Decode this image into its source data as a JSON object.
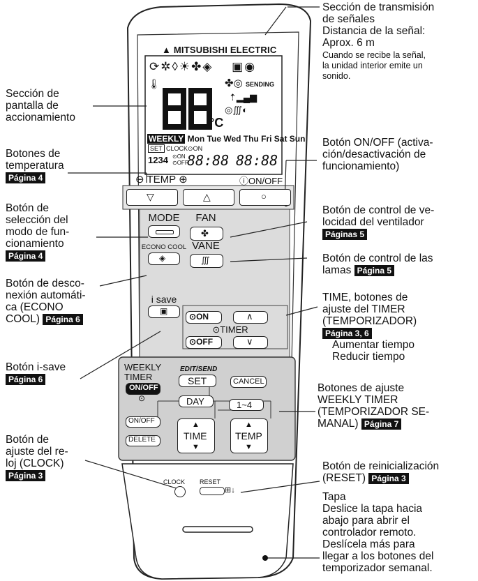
{
  "remote": {
    "brand": "MITSUBISHI ELECTRIC",
    "lcd_temp": "88",
    "lcd_unit": "°C",
    "sending": "SENDING",
    "weekly_tag": "WEEKLY",
    "days": "Mon Tue Wed Thu Fri Sat Sun",
    "set_tag": "SET",
    "clock_on": "CLOCK",
    "on_small": "ON",
    "off_small": "OFF",
    "digits_1234": "1234",
    "time_digits_1": "88:88",
    "time_digits_2": "88:88",
    "temp_label": "TEMP",
    "onoff_label": "ON/OFF",
    "mode_label": "MODE",
    "fan_label": "FAN",
    "econo_label": "ECONO COOL",
    "vane_label": "VANE",
    "isave_label": "i save",
    "on_btn": "ON",
    "off_btn": "OFF",
    "timer_label": "TIMER",
    "weekly_label_1": "WEEKLY",
    "weekly_label_2": "TIMER",
    "weekly_onoff": "ON/OFF",
    "edit_send": "EDIT/SEND",
    "set_btn": "SET",
    "cancel_btn": "CANCEL",
    "day_btn": "DAY",
    "range_btn": "1~4",
    "onoff_small_btn": "ON/OFF",
    "delete_btn": "DELETE",
    "time_btn": "TIME",
    "temp_btn": "TEMP",
    "clock_btn": "CLOCK",
    "reset_btn": "RESET"
  },
  "labels": {
    "signal_1": "Sección de transmisión",
    "signal_2": "de señales",
    "distance_1": "Distancia de la señal:",
    "distance_2": "Aprox. 6 m",
    "beep_1": "Cuando se recibe la señal,",
    "beep_2": "la unidad interior emite un",
    "beep_3": "sonido.",
    "display_1": "Sección de",
    "display_2": "pantalla de",
    "display_3": "accionamiento",
    "temp_btns_1": "Botones de",
    "temp_btns_2": "temperatura",
    "temp_btns_pg": "Página 4",
    "onoff_1": "Botón ON/OFF (activa-",
    "onoff_2": "ción/desactivación de",
    "onoff_3": "funcionamiento)",
    "mode_1": "Botón de",
    "mode_2": "selección del",
    "mode_3": "modo de fun-",
    "mode_4": "cionamiento",
    "mode_pg": "Página 4",
    "fan_1": "Botón de control de ve-",
    "fan_2": "locidad del ventilador",
    "fan_pg": "Páginas 5",
    "vane_1": "Botón de control de las",
    "vane_2": "lamas",
    "vane_pg": "Página 5",
    "econo_1": "Botón de desco-",
    "econo_2": "nexión automáti-",
    "econo_3": "ca  (ECONO",
    "econo_4": "COOL)",
    "econo_pg": "Página 6",
    "timer_1": "TIME, botones de",
    "timer_2": "ajuste del TIMER",
    "timer_3": "(TEMPORIZADOR)",
    "timer_pg": "Página 3, 6",
    "timer_up": "Aumentar tiempo",
    "timer_down": "Reducir tiempo",
    "isave_1": "Botón i-save",
    "isave_pg": "Página 6",
    "weekly_1": "Botones de ajuste",
    "weekly_2": "WEEKLY TIMER",
    "weekly_3": "(TEMPORIZADOR SE-",
    "weekly_4": "MANAL)",
    "weekly_pg": "Página 7",
    "clock_1": "Botón de",
    "clock_2": "ajuste del re-",
    "clock_3": "loj (CLOCK)",
    "clock_pg": "Página 3",
    "reset_1": "Botón de reinicialización",
    "reset_2": "(RESET)",
    "reset_pg": "Página 3",
    "cover_1": "Tapa",
    "cover_2": "Deslice la tapa hacia",
    "cover_3": "abajo para abrir el",
    "cover_4": "controlador remoto.",
    "cover_5": "Deslícela más para",
    "cover_6": "llegar a los botones del",
    "cover_7": "temporizador semanal."
  }
}
